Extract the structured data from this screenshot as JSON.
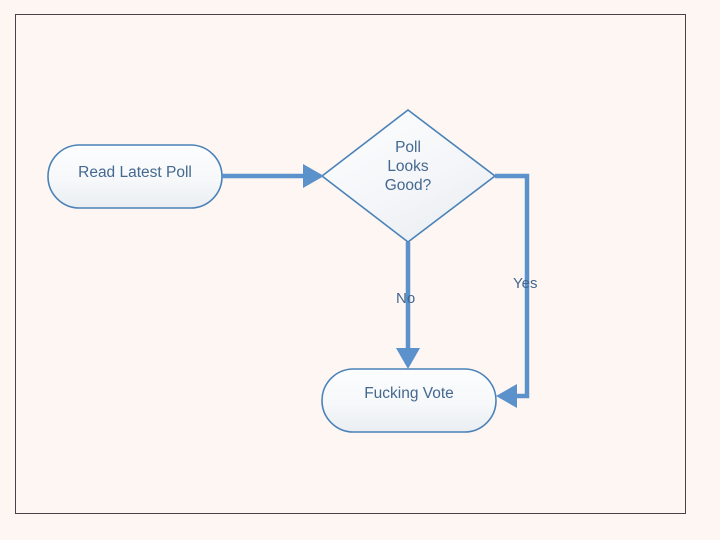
{
  "slide": {
    "background_color": "#fdf6f2",
    "border_color": "#4a4248"
  },
  "theme": {
    "shape_stroke": "#4a82b8",
    "shape_fill_top": "#fbfcfd",
    "shape_fill_bottom": "#eef1f4",
    "connector_color": "#5b92cc",
    "text_color": "#44688f"
  },
  "diagram": {
    "type": "flowchart",
    "nodes": [
      {
        "id": "start",
        "shape": "rounded-rectangle",
        "label": "Read Latest Poll"
      },
      {
        "id": "decision",
        "shape": "diamond",
        "label": "Poll\nLooks\nGood?"
      },
      {
        "id": "end",
        "shape": "rounded-rectangle",
        "label": "Fucking Vote"
      }
    ],
    "edges": [
      {
        "id": "start-to-decision",
        "from": "start",
        "to": "decision",
        "label": ""
      },
      {
        "id": "decision-no-to-end",
        "from": "decision",
        "to": "end",
        "label": "No"
      },
      {
        "id": "decision-yes-to-end",
        "from": "decision",
        "to": "end",
        "label": "Yes"
      }
    ]
  }
}
